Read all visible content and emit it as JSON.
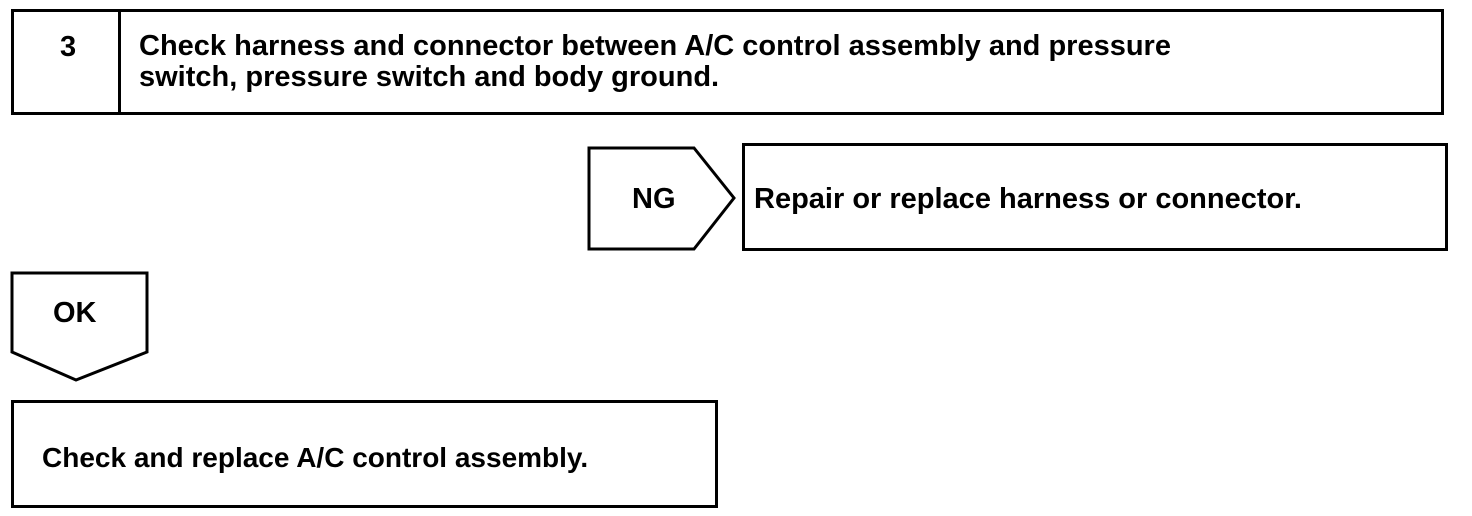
{
  "step": {
    "number": "3",
    "text": "Check harness and connector between A/C control assembly and pressure\nswitch, pressure switch and body ground."
  },
  "ng_branch": {
    "label": "NG",
    "result": "Repair or replace harness or connector."
  },
  "ok_branch": {
    "label": "OK",
    "result": "Check and replace A/C control assembly."
  }
}
